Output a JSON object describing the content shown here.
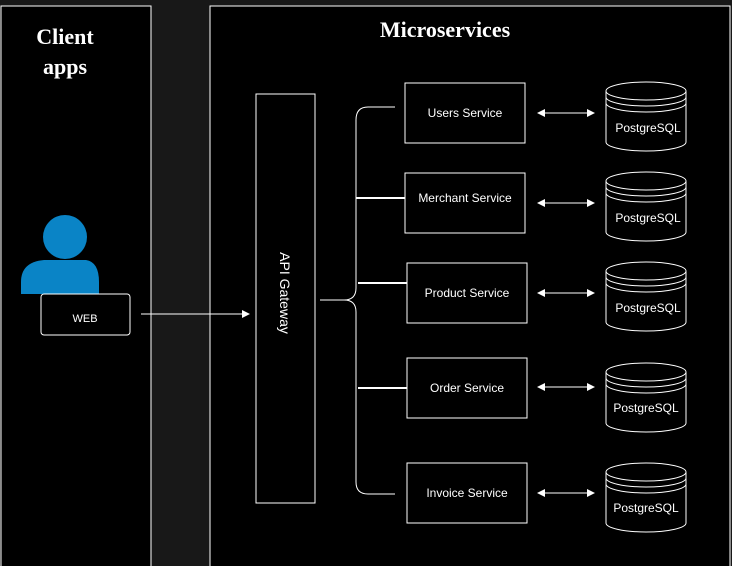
{
  "client": {
    "title_line1": "Client",
    "title_line2": "apps",
    "web_label": "WEB"
  },
  "microservices": {
    "title": "Microservices"
  },
  "gateway": {
    "label": "API  Gateway"
  },
  "services": [
    {
      "name": "Users Service",
      "db": "PostgreSQL"
    },
    {
      "name": "Merchant Service",
      "db": "PostgreSQL"
    },
    {
      "name": "Product Service",
      "db": "PostgreSQL"
    },
    {
      "name": "Order Service",
      "db": "PostgreSQL"
    },
    {
      "name": "Invoice Service",
      "db": "PostgreSQL"
    }
  ],
  "colors": {
    "background": "#000000",
    "outer": "#181818",
    "stroke": "#ffffff",
    "user_icon": "#0a84c6"
  }
}
